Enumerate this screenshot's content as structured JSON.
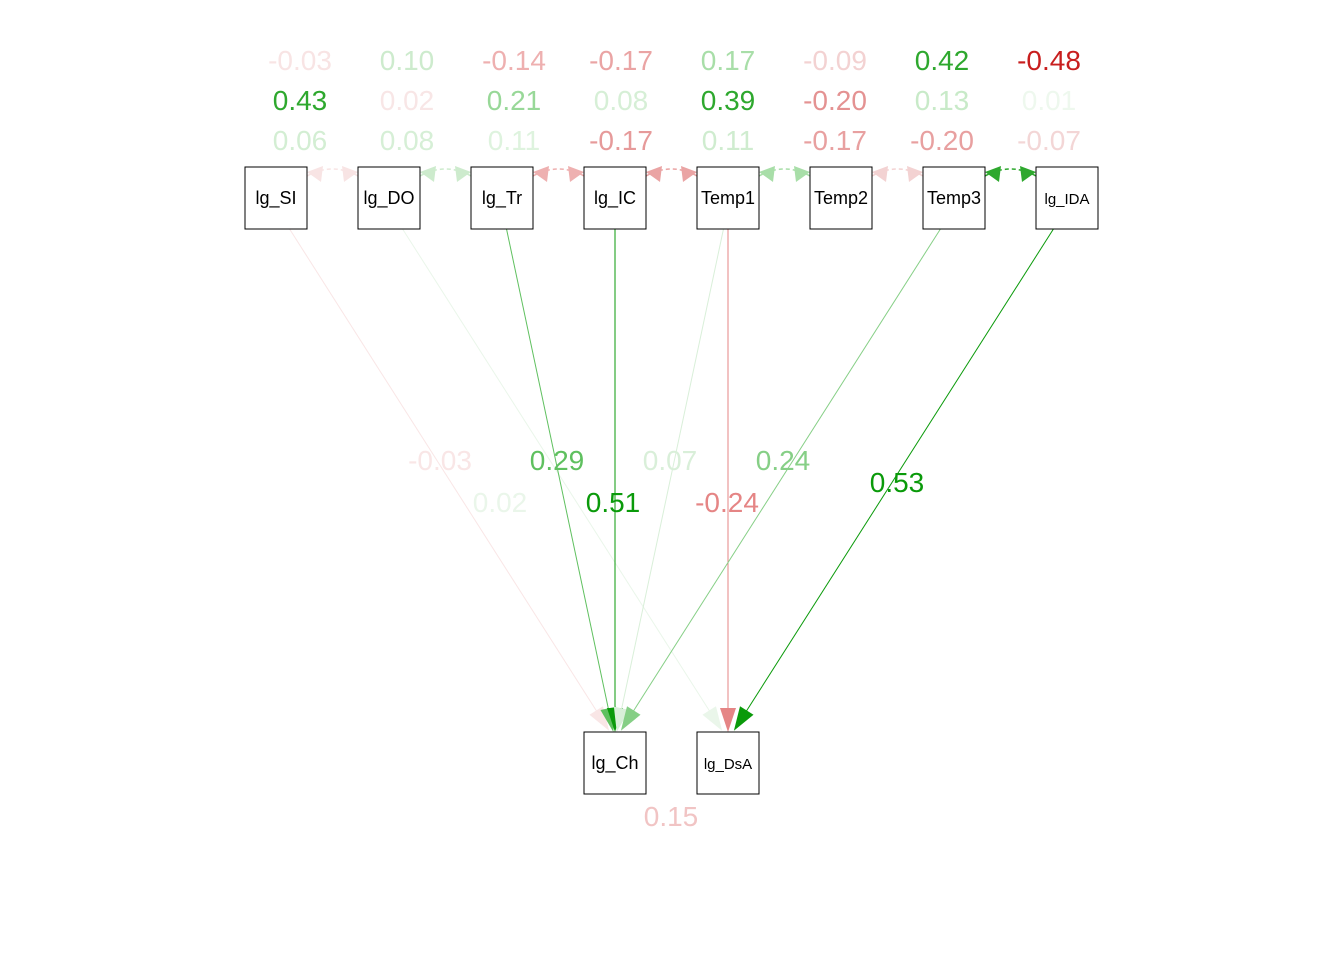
{
  "nodes": [
    "lg_SI",
    "lg_DO",
    "lg_Tr",
    "lg_IC",
    "Temp1",
    "Temp2",
    "Temp3",
    "lg_IDA",
    "lg_Ch",
    "lg_DsA"
  ],
  "paths": [
    {
      "from": "lg_SI",
      "to": "lg_Ch",
      "label": "-0.03",
      "color": "#f9e6e6"
    },
    {
      "from": "lg_DO",
      "to": "lg_DsA",
      "label": "0.02",
      "color": "#eaf6ea"
    },
    {
      "from": "lg_Tr",
      "to": "lg_Ch",
      "label": "0.29",
      "color": "#5fc05f"
    },
    {
      "from": "lg_IC",
      "to": "lg_Ch",
      "label": "0.51",
      "color": "#0a9a0a"
    },
    {
      "from": "Temp1",
      "to": "lg_Ch",
      "label": "0.07",
      "color": "#d9efd9"
    },
    {
      "from": "Temp1",
      "to": "lg_DsA",
      "label": "-0.24",
      "color": "#e58585"
    },
    {
      "from": "Temp3",
      "to": "lg_Ch",
      "label": "0.24",
      "color": "#86cf86"
    },
    {
      "from": "lg_IDA",
      "to": "lg_DsA",
      "label": "0.53",
      "color": "#0a9a0a"
    }
  ],
  "residual": {
    "between": [
      "lg_Ch",
      "lg_DsA"
    ],
    "label": "0.15",
    "color": "#f1c4c4"
  },
  "covariances": [
    {
      "label": "-0.03",
      "color": "#f8e4e4"
    },
    {
      "label": "0.43",
      "color": "#2ea82e"
    },
    {
      "label": "0.06",
      "color": "#d3eed3"
    },
    {
      "label": "0.10",
      "color": "#cdebcd"
    },
    {
      "label": "0.02",
      "color": "#f8e6e6"
    },
    {
      "label": "0.08",
      "color": "#d6efd6"
    },
    {
      "label": "-0.14",
      "color": "#eeb0b0"
    },
    {
      "label": "0.21",
      "color": "#98d898"
    },
    {
      "label": "0.11",
      "color": "#def3de"
    },
    {
      "label": "-0.17",
      "color": "#eaa4a4"
    },
    {
      "label": "0.08",
      "color": "#d6efd6"
    },
    {
      "label": "-0.17",
      "color": "#e69a9a"
    },
    {
      "label": "0.17",
      "color": "#a8dea8"
    },
    {
      "label": "0.39",
      "color": "#2ea82e"
    },
    {
      "label": "0.11",
      "color": "#cfeccf"
    },
    {
      "label": "-0.09",
      "color": "#f3d2d2"
    },
    {
      "label": "-0.20",
      "color": "#e49292"
    },
    {
      "label": "-0.17",
      "color": "#e8a0a0"
    },
    {
      "label": "0.42",
      "color": "#2ea82e"
    },
    {
      "label": "0.13",
      "color": "#c8eac8"
    },
    {
      "label": "-0.20",
      "color": "#e8a0a0"
    },
    {
      "label": "-0.48",
      "color": "#c81e1e"
    },
    {
      "label": "0.01",
      "color": "#eef8ee"
    },
    {
      "label": "-0.07",
      "color": "#f3d6d6"
    }
  ]
}
